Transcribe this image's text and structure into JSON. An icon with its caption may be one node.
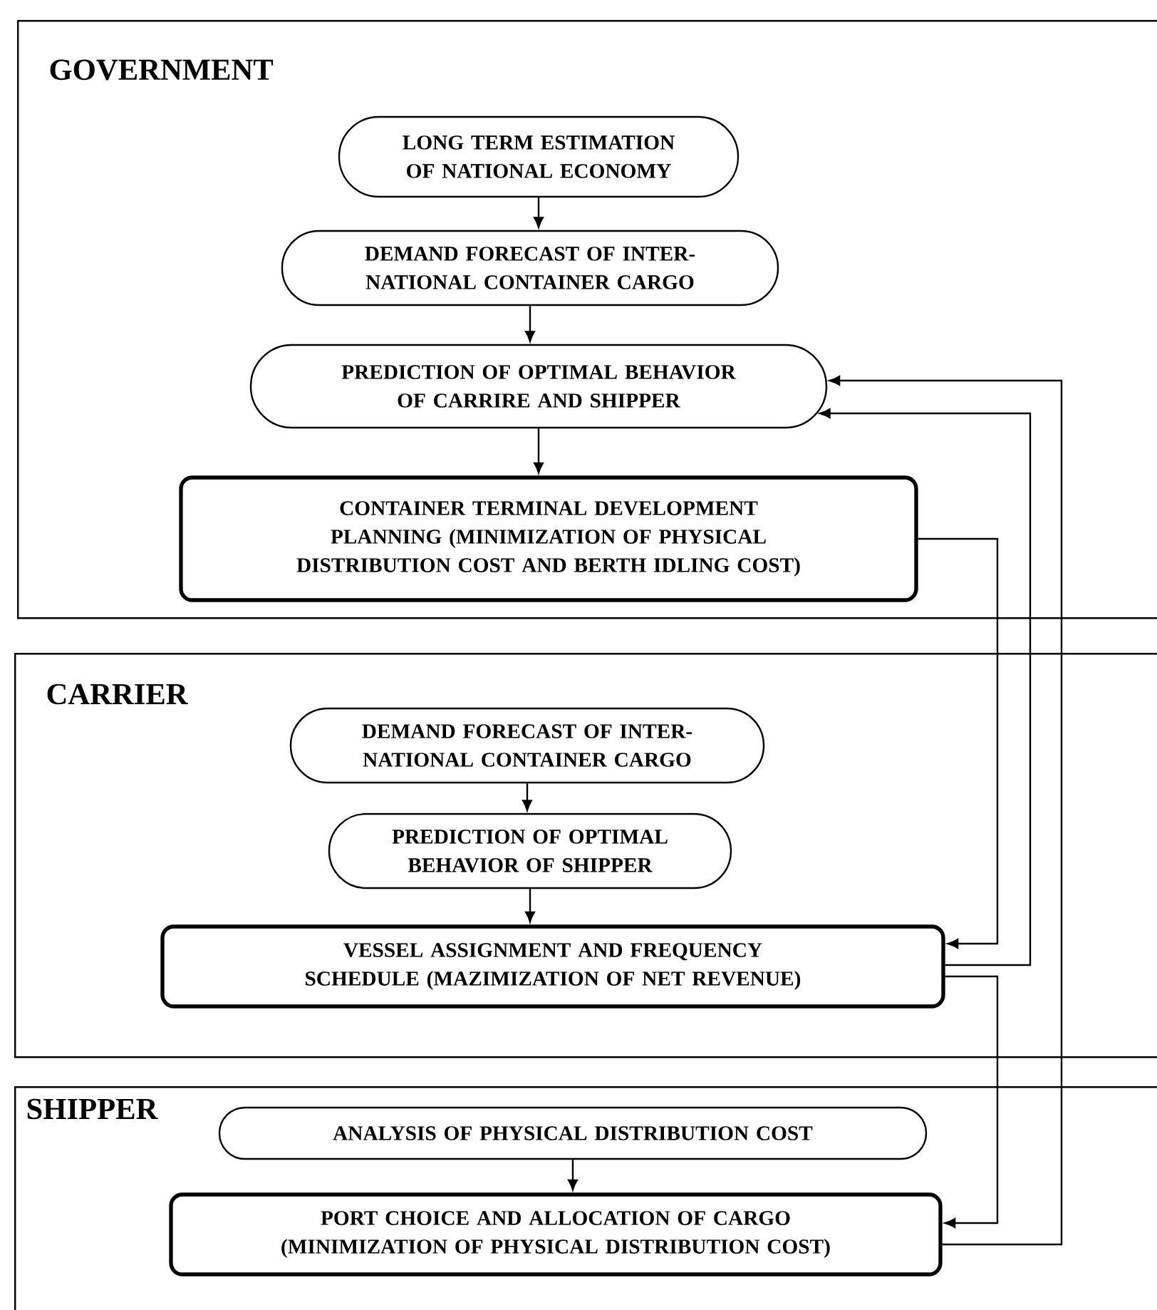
{
  "diagram": {
    "nodes": [
      {
        "text": [
          "GOVERNMENT"
        ]
      },
      {
        "text": [
          "LONG TERM ESTIMATION OF NATIONAL ECONOMY"
        ],
        "in": 0
      },
      {
        "text": [
          "DEMAND FORECAST OF INTER- NATIONAL CONTAINER CARGO"
        ],
        "in": 0
      },
      {
        "text": [
          "PREDICTION OF OPTIMAL BEHAVIOR OF CARRIRE AND SHIPPER"
        ],
        "in": 0
      },
      {
        "text": [
          "CONTAINER TERMINAL DEVELOPMENT PLANNING (MINIMIZATION OF PHYSICAL DISTRIBUTION COST AND BERTH IDLING COST)"
        ],
        "in": 0
      },
      {
        "text": [
          "CARRIER"
        ]
      },
      {
        "text": [
          "DEMAND FORECAST OF INTER- NATIONAL CONTAINER CARGO"
        ],
        "in": 5
      },
      {
        "text": [
          "PREDICTION OF OPTIMAL BEHAVIOR OF SHIPPER"
        ],
        "in": 5
      },
      {
        "text": [
          "VESSEL ASSIGNMENT AND FREQUENCY SCHEDULE (MAZIMIZATION OF NET REVENUE)"
        ],
        "in": 5
      },
      {
        "text": [
          "SHIPPER"
        ]
      },
      {
        "text": [
          "ANALYSIS OF PHYSICAL DISTRIBUTION COST"
        ],
        "in": 9
      },
      {
        "text": [
          "PORT CHOICE AND ALLOCATION OF CARGO (MINIMIZATION OF PHYSICAL DISTRIBUTION COST)"
        ],
        "in": 9
      }
    ],
    "edges": [
      {
        "from": 1,
        "to": 2,
        "arrow": "to"
      },
      {
        "from": 2,
        "to": 3,
        "arrow": "to"
      },
      {
        "from": 3,
        "to": 4,
        "arrow": "to"
      },
      {
        "from": 6,
        "to": 7,
        "arrow": "to"
      },
      {
        "from": 7,
        "to": 8,
        "arrow": "to"
      },
      {
        "from": 10,
        "to": 11,
        "arrow": "to"
      },
      {
        "from": 4,
        "to": 8,
        "arrow": "to"
      },
      {
        "from": 8,
        "to": 3,
        "arrow": "to"
      },
      {
        "from": 8,
        "to": 11,
        "arrow": "to"
      },
      {
        "from": 11,
        "to": 3,
        "arrow": "to"
      }
    ]
  }
}
